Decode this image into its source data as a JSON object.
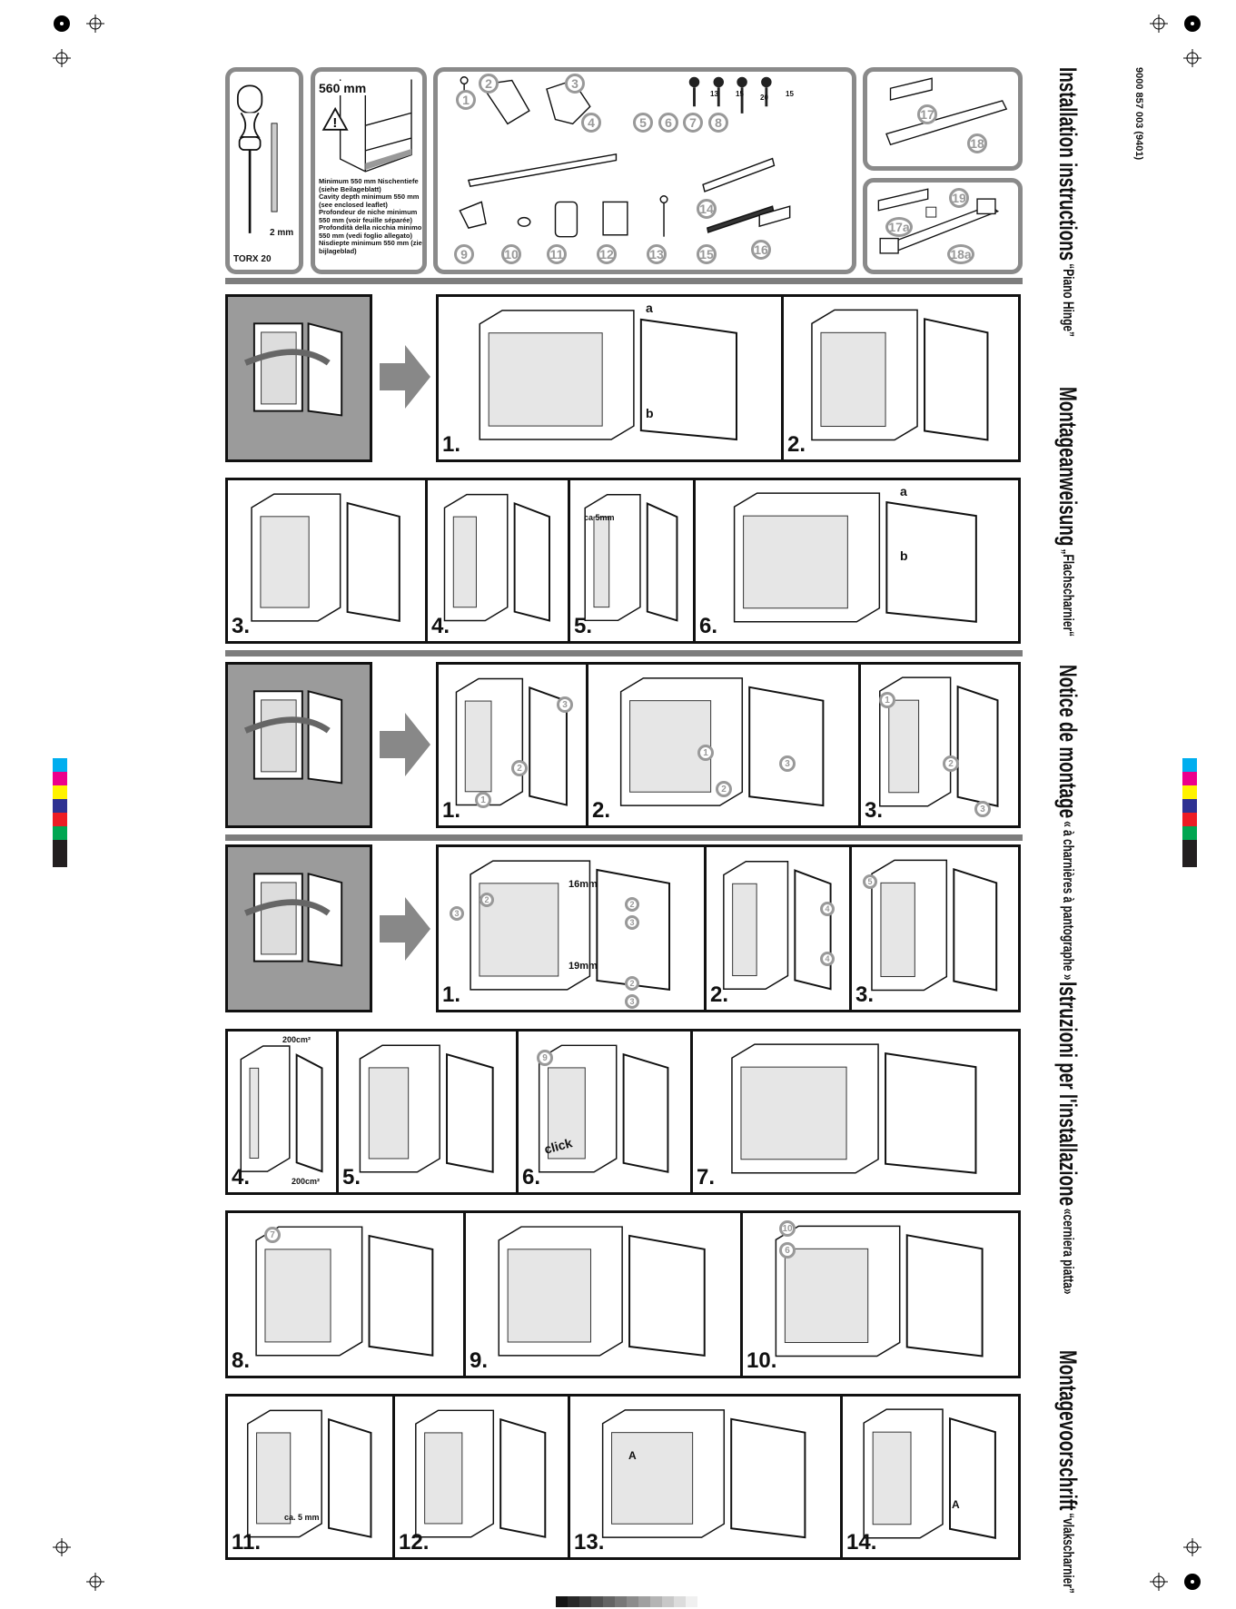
{
  "document": {
    "code": "9000 857 003 (9401)",
    "titles": [
      {
        "title": "Installation instructions",
        "subtitle": "“Piano Hinge”"
      },
      {
        "title": "Montageanweisung",
        "subtitle": "„Flachscharnier“"
      },
      {
        "title": "Notice de montage",
        "subtitle": "« à charnières à pantographe »"
      },
      {
        "title": "Istruzioni per l'installazione",
        "subtitle": "«cerniera piatta»"
      },
      {
        "title": "Montagevoorschrift",
        "subtitle": "“vlakscharnier”"
      }
    ]
  },
  "tools": {
    "screwdriver": "TORX 20",
    "drill": "2 mm"
  },
  "cavity": {
    "depth_label": "560 mm",
    "notes": [
      "Minimum 550 mm Nischentiefe (siehe Beilageblatt)",
      "Cavity depth minimum 550 mm (see enclosed leaflet)",
      "Profondeur de niche minimum 550 mm (voir feuille séparée)",
      "Profondità della nicchia minimo 550 mm (vedi foglio allegato)",
      "Nisdiepte minimum 550 mm (zie bijlageblad)"
    ]
  },
  "parts": {
    "numbers": [
      "1",
      "2",
      "3",
      "4",
      "5",
      "6",
      "7",
      "8",
      "9",
      "10",
      "11",
      "12",
      "13",
      "14",
      "15",
      "16"
    ],
    "screw_lengths": [
      "13",
      "15",
      "20",
      "15"
    ],
    "kit_a": [
      "17",
      "18"
    ],
    "kit_b": [
      "17a",
      "18a",
      "19"
    ]
  },
  "sections": {
    "row1": [
      "1.",
      "2."
    ],
    "row1_labels": [
      "a",
      "b"
    ],
    "row2": [
      "3.",
      "4.",
      "5.",
      "6."
    ],
    "row2_labels": [
      "ca 5mm",
      "a",
      "b"
    ],
    "row3": [
      "1.",
      "2.",
      "3."
    ],
    "row3_callouts": [
      "3",
      "2",
      "1",
      "1",
      "3",
      "2",
      "1",
      "2",
      "3"
    ],
    "row4": [
      "1.",
      "2.",
      "3."
    ],
    "row4_labels": [
      "16mm",
      "19mm"
    ],
    "row4_callouts": [
      "2",
      "3",
      "2",
      "3",
      "2",
      "3",
      "4",
      "4",
      "5"
    ],
    "row5": [
      "4.",
      "5.",
      "6.",
      "7."
    ],
    "row5_labels": [
      "200cm²",
      "200cm²",
      "click"
    ],
    "row5_callouts": [
      "9"
    ],
    "row6": [
      "8.",
      "9.",
      "10."
    ],
    "row6_callouts": [
      "7",
      "10",
      "6"
    ],
    "row7": [
      "11.",
      "12.",
      "13.",
      "14."
    ],
    "row7_labels": [
      "ca. 5 mm",
      "A",
      "A"
    ]
  },
  "colors": {
    "frame": "#111111",
    "gray_panel": "#9b9b9b",
    "callout": "#999999",
    "bar": "#7d7d7d"
  },
  "color_bar": [
    "#00aeef",
    "#ec008c",
    "#fff200",
    "#2e3192",
    "#ed1c24",
    "#00a651",
    "#231f20",
    "#231f20"
  ]
}
